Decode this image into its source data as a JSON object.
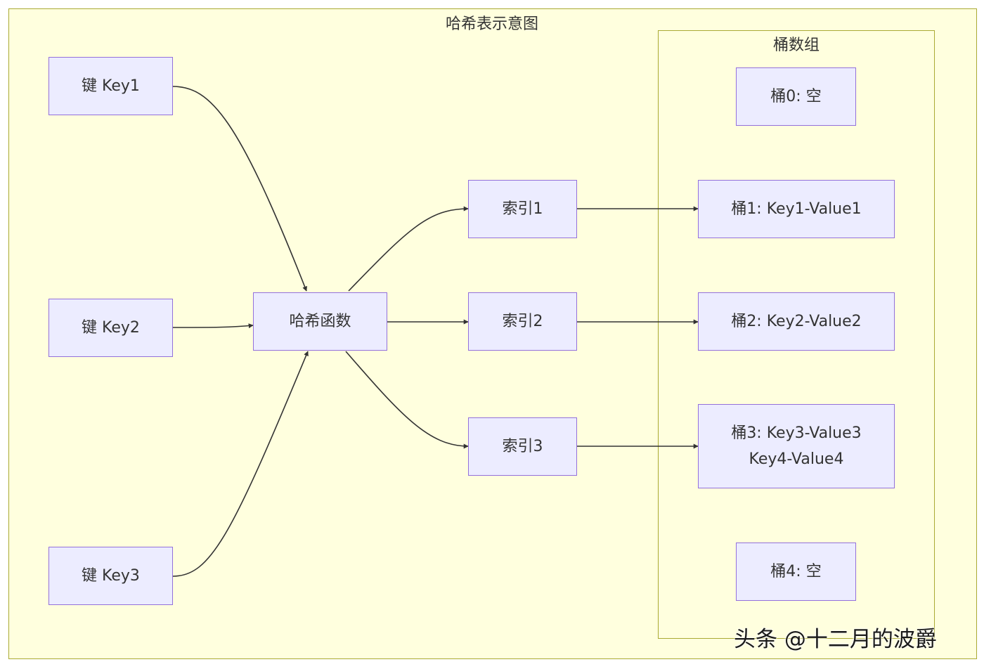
{
  "diagram": {
    "title": "哈希表示意图",
    "bucket_group_title": "桶数组",
    "keys": [
      "键 Key1",
      "键 Key2",
      "键 Key3"
    ],
    "hash_function": "哈希函数",
    "indices": [
      "索引1",
      "索引2",
      "索引3"
    ],
    "buckets": {
      "b0": "桶0: 空",
      "b1": "桶1: Key1-Value1",
      "b2": "桶2: Key2-Value2",
      "b3_line1": "桶3: Key3-Value3",
      "b3_line2": "Key4-Value4",
      "b4": "桶4: 空"
    },
    "edges": [
      [
        "键 Key1",
        "哈希函数"
      ],
      [
        "键 Key2",
        "哈希函数"
      ],
      [
        "键 Key3",
        "哈希函数"
      ],
      [
        "哈希函数",
        "索引1"
      ],
      [
        "哈希函数",
        "索引2"
      ],
      [
        "哈希函数",
        "索引3"
      ],
      [
        "索引1",
        "桶1: Key1-Value1"
      ],
      [
        "索引2",
        "桶2: Key2-Value2"
      ],
      [
        "索引3",
        "桶3: Key3-Value3"
      ]
    ]
  },
  "colors": {
    "cluster_fill": "#ffffde",
    "cluster_border": "#aaaa33",
    "node_fill": "#ececff",
    "node_border": "#9370db",
    "edge": "#333333"
  },
  "watermark": "头条 @十二月的波爵"
}
